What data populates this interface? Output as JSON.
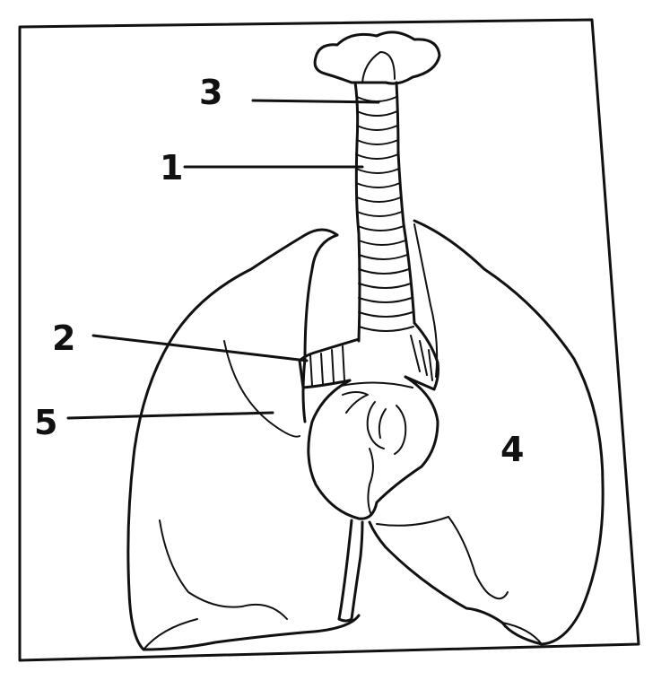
{
  "diagram": {
    "labels": [
      {
        "id": "label-3",
        "text": "3"
      },
      {
        "id": "label-1",
        "text": "1"
      },
      {
        "id": "label-2",
        "text": "2"
      },
      {
        "id": "label-5",
        "text": "5"
      },
      {
        "id": "label-4",
        "text": "4"
      }
    ]
  }
}
